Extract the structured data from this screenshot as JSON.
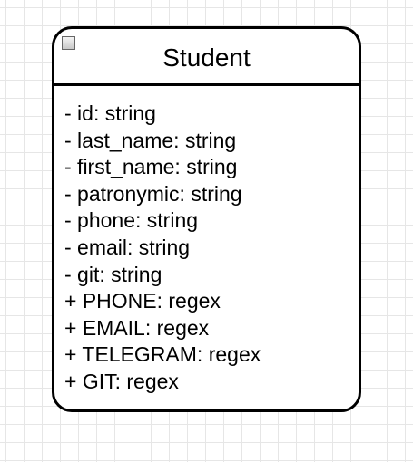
{
  "class": {
    "name": "Student",
    "collapse_icon": "collapse-minus-icon",
    "members": [
      "- id: string",
      "- last_name: string",
      "- first_name: string",
      "- patronymic: string",
      "- phone: string",
      "- email: string",
      "- git: string",
      "+ PHONE: regex",
      "+ EMAIL: regex",
      "+ TELEGRAM: regex",
      "+ GIT: regex"
    ]
  }
}
